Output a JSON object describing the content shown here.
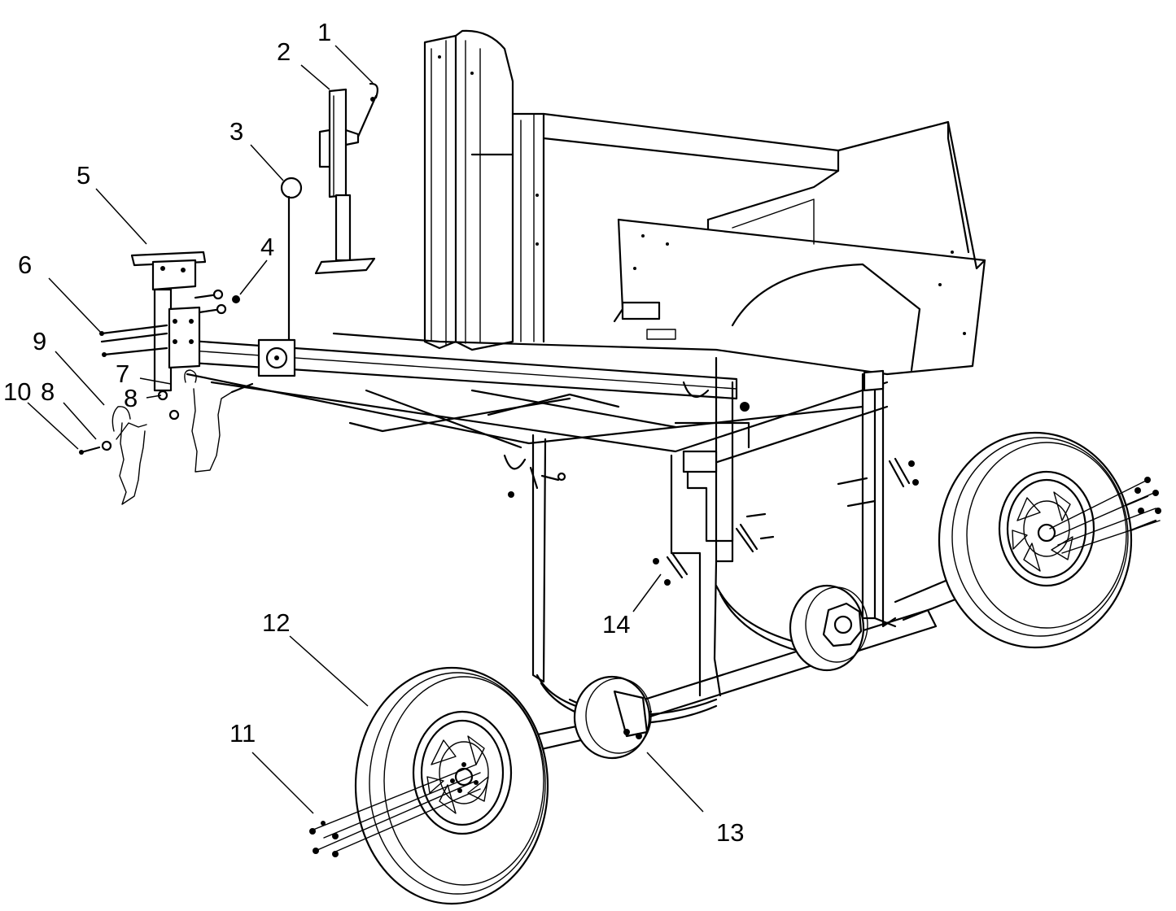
{
  "callouts": [
    {
      "id": "1",
      "label": "1"
    },
    {
      "id": "2",
      "label": "2"
    },
    {
      "id": "3",
      "label": "3"
    },
    {
      "id": "4",
      "label": "4"
    },
    {
      "id": "5",
      "label": "5"
    },
    {
      "id": "6",
      "label": "6"
    },
    {
      "id": "7",
      "label": "7"
    },
    {
      "id": "8a",
      "label": "8"
    },
    {
      "id": "8b",
      "label": "8"
    },
    {
      "id": "9",
      "label": "9"
    },
    {
      "id": "10",
      "label": "10"
    },
    {
      "id": "11",
      "label": "11"
    },
    {
      "id": "12",
      "label": "12"
    },
    {
      "id": "13",
      "label": "13"
    },
    {
      "id": "14",
      "label": "14"
    }
  ],
  "colors": {
    "line": "#000000",
    "background": "#ffffff"
  }
}
